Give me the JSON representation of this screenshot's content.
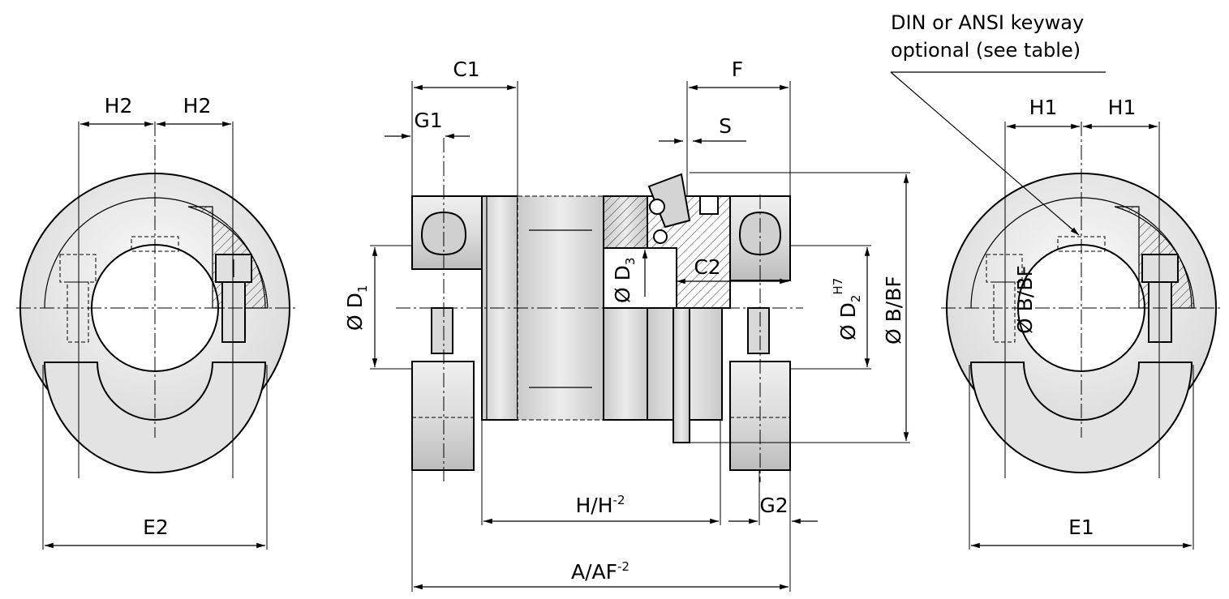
{
  "labels": {
    "h2": "H2",
    "h1": "H1",
    "c1": "C1",
    "g1": "G1",
    "f": "F",
    "s": "S",
    "c2": "C2",
    "d1": "Ø D",
    "d1_sub": "1",
    "d3": "Ø D",
    "d3_sub": "3",
    "d2": "Ø D",
    "d2_sub": "2",
    "d2_sup": "H7",
    "b_bf": "Ø B/BF",
    "b_bf_right": "Ø B/BF",
    "e2": "E2",
    "e1": "E1",
    "h_h": "H/H",
    "h_h_sup": "-2",
    "g2": "G2",
    "a_af": "A/AF",
    "a_af_sup": "-2"
  },
  "note": {
    "line1": "DIN or ANSI keyway",
    "line2": "optional (see table)"
  },
  "colors": {
    "line": "#000000",
    "part_fill": "#e6e6e6",
    "part_shade": "#cfcfcf",
    "bore_fill": "#ffffff"
  }
}
